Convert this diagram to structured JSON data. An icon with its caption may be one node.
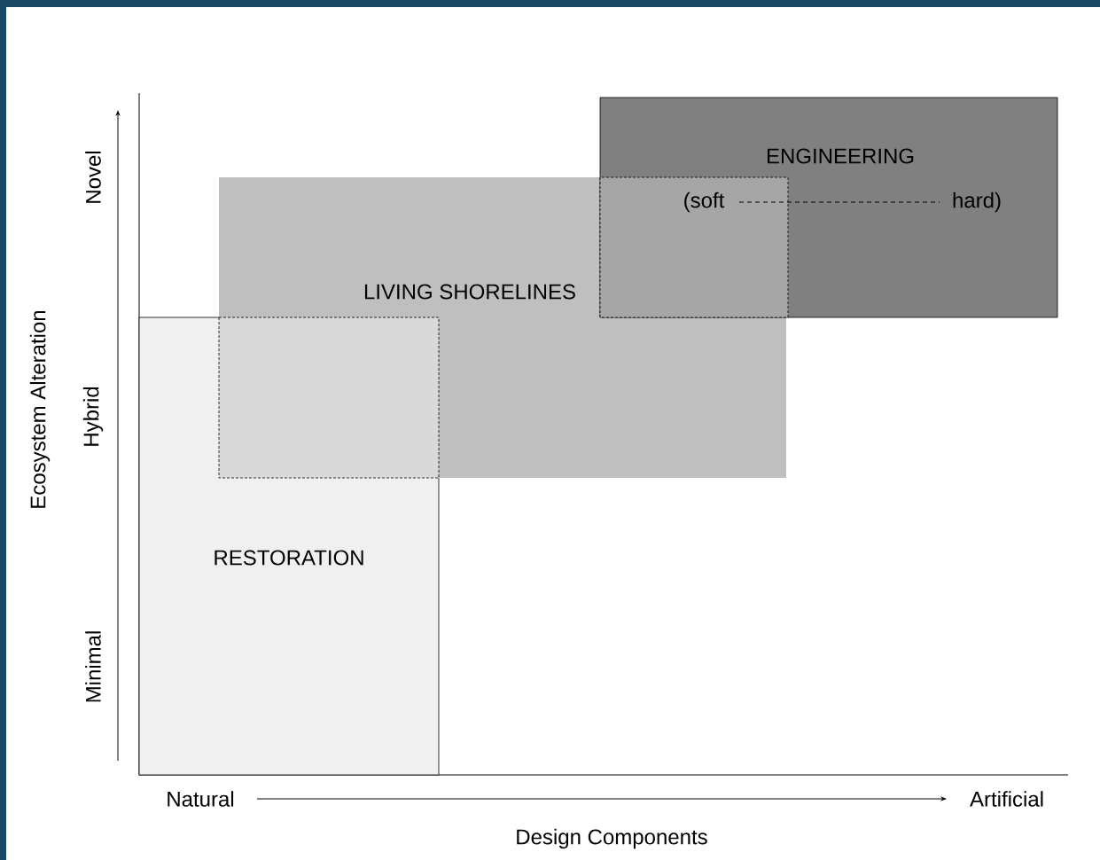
{
  "diagram": {
    "nodes": [
      {
        "text": [
          "RESTORATION"
        ]
      },
      {
        "text": [
          "LIVING SHORELINES"
        ]
      },
      {
        "text": [
          "ENGINEERING",
          "(soft",
          "hard)"
        ]
      }
    ],
    "edges": [],
    "labels": [
      "Novel",
      "Ecosystem Alteration",
      "Hybrid",
      "Minimal",
      "Natural",
      "Artificial",
      "Design Components"
    ]
  }
}
